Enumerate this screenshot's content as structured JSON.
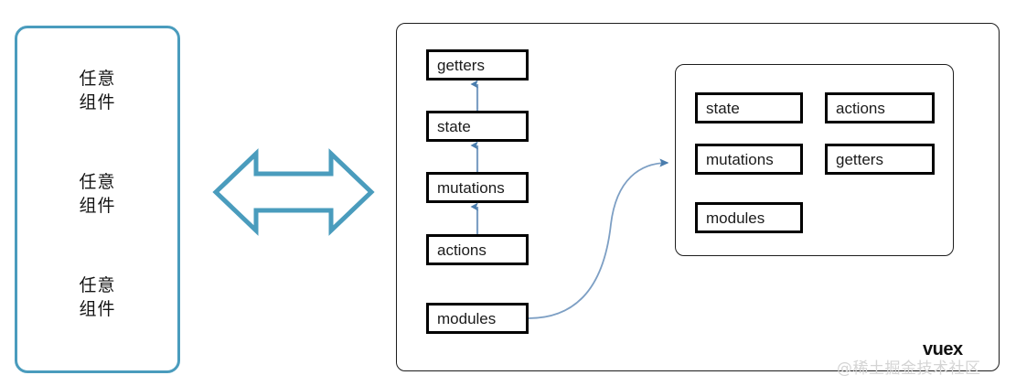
{
  "diagram": {
    "title": "Vuex data flow diagram",
    "components_panel": {
      "name": "arbitrary-components",
      "labels": [
        "任意\n组件",
        "任意\n组件",
        "任意\n组件"
      ]
    },
    "connector_arrow": {
      "name": "bidirectional-arrow",
      "direction": "both",
      "color": "#4a9cbd"
    },
    "vuex_panel": {
      "title": "vuex",
      "stack": [
        {
          "label": "getters"
        },
        {
          "label": "state"
        },
        {
          "label": "mutations"
        },
        {
          "label": "actions"
        },
        {
          "label": "modules"
        }
      ],
      "stack_arrows": [
        {
          "from": "state",
          "to": "getters"
        },
        {
          "from": "mutations",
          "to": "state"
        },
        {
          "from": "actions",
          "to": "mutations"
        },
        {
          "from": "modules",
          "to": "module-panel",
          "style": "curved"
        }
      ],
      "module_panel": {
        "name": "module-detail-panel",
        "left_column": [
          {
            "label": "state"
          },
          {
            "label": "mutations"
          },
          {
            "label": "modules"
          }
        ],
        "right_column": [
          {
            "label": "actions"
          },
          {
            "label": "getters"
          }
        ]
      }
    },
    "watermark": "@稀土掘金技术社区",
    "colors": {
      "panel_border_blue": "#4a9cbd",
      "panel_border_black": "#1d1d1d",
      "box_border": "#000000",
      "arrow_blue": "#4a7dad",
      "watermark": "#d4d4d4"
    }
  }
}
